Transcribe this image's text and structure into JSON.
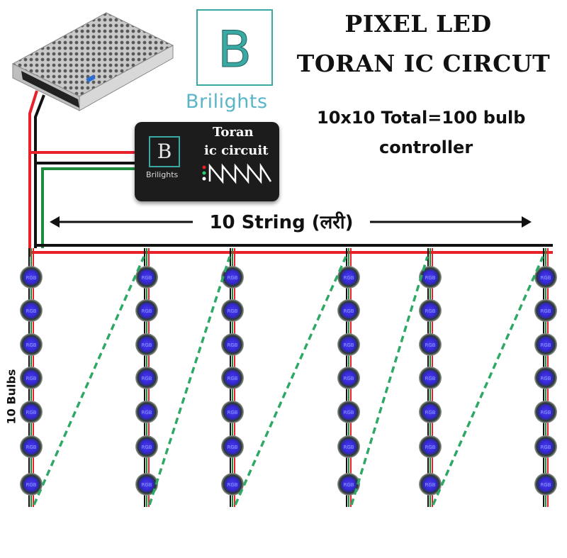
{
  "header": {
    "title_line1": "PIXEL LED",
    "title_line2": "TORAN IC CIRCUT",
    "subtitle_line1": "10x10 Total=100 bulb",
    "subtitle_line2": "controller"
  },
  "logo": {
    "letter": "B",
    "word": "Brilights"
  },
  "controller": {
    "logo_letter": "B",
    "brand": "Brilights",
    "label_line1": "Toran",
    "label_line2": "ic circuit"
  },
  "labels": {
    "strings": "10 String (लरी)",
    "bulbs": "10 Bulbs",
    "bulb_marking": "RGB"
  },
  "colors": {
    "wire_red": "#e8202a",
    "wire_black": "#111111",
    "wire_green": "#1e8a3c",
    "data_dash": "#2ea865",
    "bulb_fill": "#3a2bd6",
    "logo_teal": "#3aa8a3"
  }
}
